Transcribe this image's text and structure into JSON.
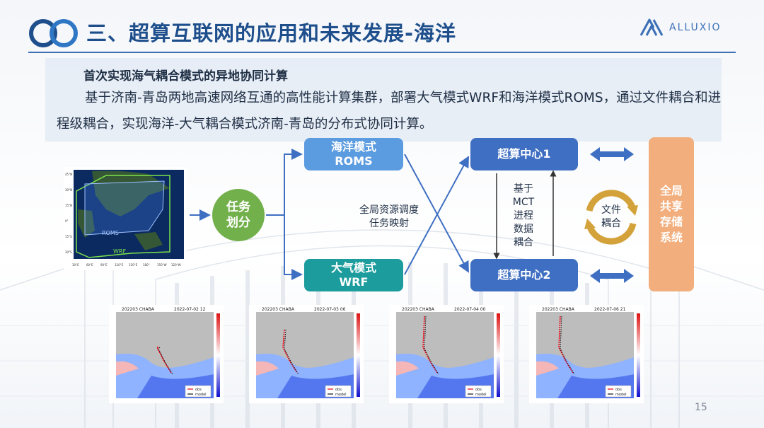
{
  "header": {
    "title": "三、超算互联网的应用和未来发展-海洋",
    "brand": "ALLUXIO"
  },
  "intro": {
    "heading": "首次实现海气耦合模式的异地协同计算",
    "body": "基于济南-青岛两地高速网络互通的高性能计算集群，部署大气模式WRF和海洋模式ROMS，通过文件耦合和进程级耦合，实现海洋-大气耦合模式济南-青岛的分布式协同计算。"
  },
  "map": {
    "lat_labels": [
      "45°N",
      "30°N",
      "15°N",
      "0°",
      "15°S",
      "30°S"
    ],
    "lon_labels": [
      "30°E",
      "60°E",
      "90°E",
      "120°E",
      "150°E",
      "180°",
      "150°W",
      "120°W"
    ],
    "roms_label": "ROMS",
    "wrf_label": "WRF"
  },
  "diagram": {
    "task": "任务\n划分",
    "roms": "海洋模式\nROMS",
    "wrf": "大气模式\nWRF",
    "scheduling": "全局资源调度\n任务映射",
    "sc1": "超算中心1",
    "sc2": "超算中心2",
    "mct": "基于\nMCT\n进程\n数据\n耦合",
    "file_coupling": "文件\n耦合",
    "storage": "全局\n共享\n存储\n系统"
  },
  "tracks": [
    {
      "title": "202203 CHABA",
      "time": "2022-07-02 12"
    },
    {
      "title": "202203 CHABA",
      "time": "2022-07-03 06"
    },
    {
      "title": "202203 CHABA",
      "time": "2022-07-04 00"
    },
    {
      "title": "202203 CHABA",
      "time": "2022-07-06 21"
    }
  ],
  "track_legend": {
    "obs": "obs",
    "model": "model"
  },
  "page_number": "15"
}
